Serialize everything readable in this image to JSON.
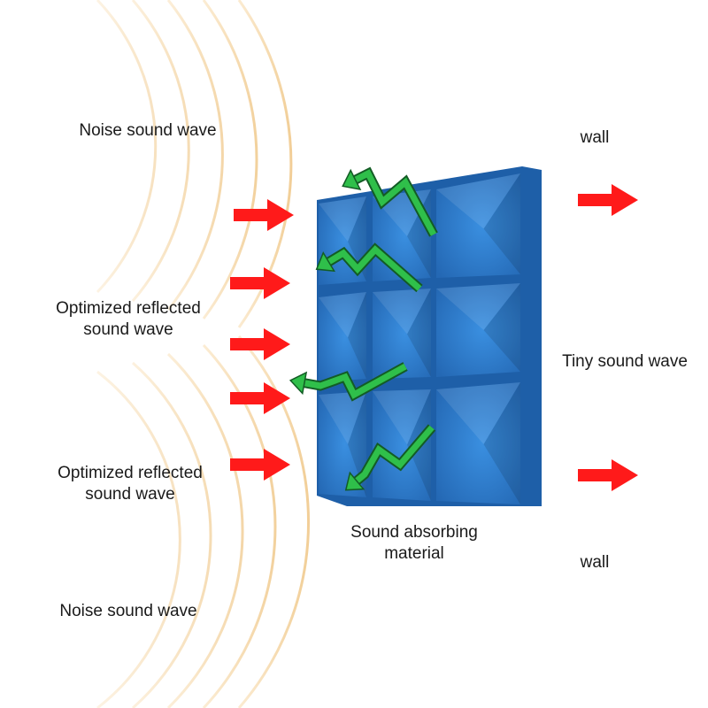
{
  "labels": {
    "noise_top": "Noise sound wave",
    "reflected_1": [
      "Optimized reflected",
      "sound wave"
    ],
    "reflected_2": [
      "Optimized reflected",
      "sound wave"
    ],
    "noise_bottom": "Noise sound wave",
    "wall_top": "wall",
    "tiny": "Tiny sound wave",
    "wall_bottom": "wall",
    "material": [
      "Sound absorbing",
      "material"
    ]
  },
  "colors": {
    "arrow": "#ff1a1a",
    "panel": "#2f7fd0",
    "panel_dark": "#1e5fa8",
    "wave": "#f2d7a8",
    "reflect_arrow": "#2fbf4a"
  },
  "icons": {
    "incoming_arrow": "red-right-arrow",
    "reflected_arrow": "green-zigzag-arrow"
  }
}
